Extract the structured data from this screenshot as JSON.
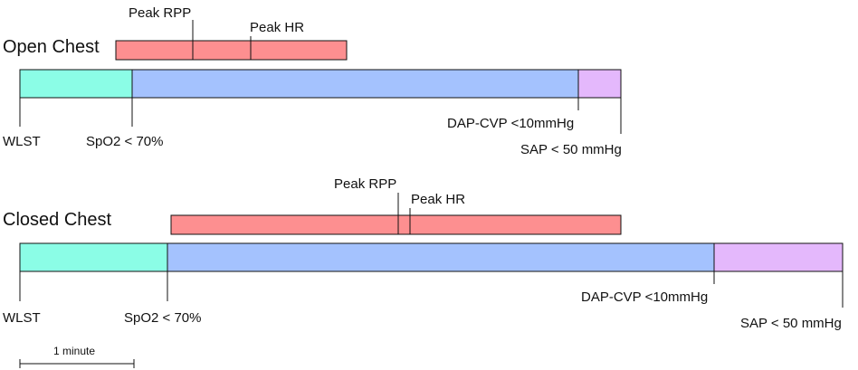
{
  "colors": {
    "teal": "#8bfde6",
    "blue": "#a4c2fe",
    "lavender": "#e4b8fc",
    "red": "#fd8f90",
    "line": "#111111"
  },
  "panels": [
    {
      "title": "Open Chest",
      "peak_rpp_label": "Peak RPP",
      "peak_hr_label": "Peak HR",
      "wlst_label": "WLST",
      "spo2_label": "SpO2 < 70%",
      "dap_cvp_label": "DAP-CVP <10mmHg",
      "sap_label": "SAP < 50 mmHg"
    },
    {
      "title": "Closed Chest",
      "peak_rpp_label": "Peak RPP",
      "peak_hr_label": "Peak HR",
      "wlst_label": "WLST",
      "spo2_label": "SpO2 < 70%",
      "dap_cvp_label": "DAP-CVP <10mmHg",
      "sap_label": "SAP < 50 mmHg"
    }
  ],
  "scale_bar": {
    "label": "1 minute"
  }
}
